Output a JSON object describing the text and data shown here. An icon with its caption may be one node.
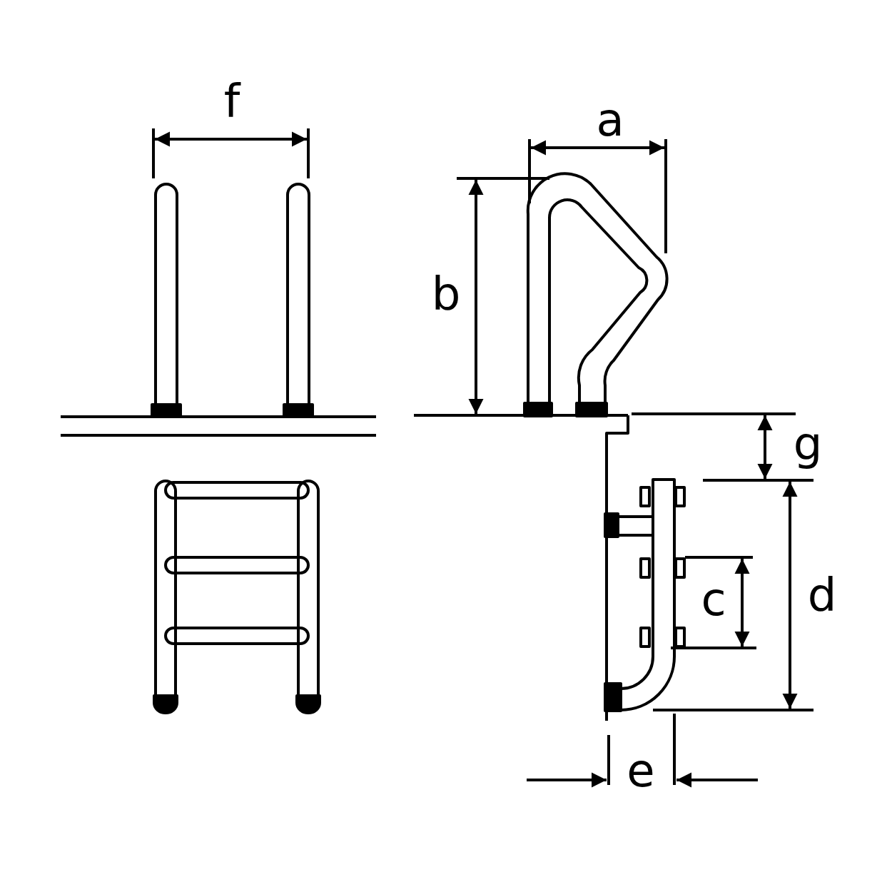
{
  "diagram": {
    "labels": [
      "f",
      "a",
      "b",
      "g",
      "c",
      "d",
      "e"
    ]
  }
}
